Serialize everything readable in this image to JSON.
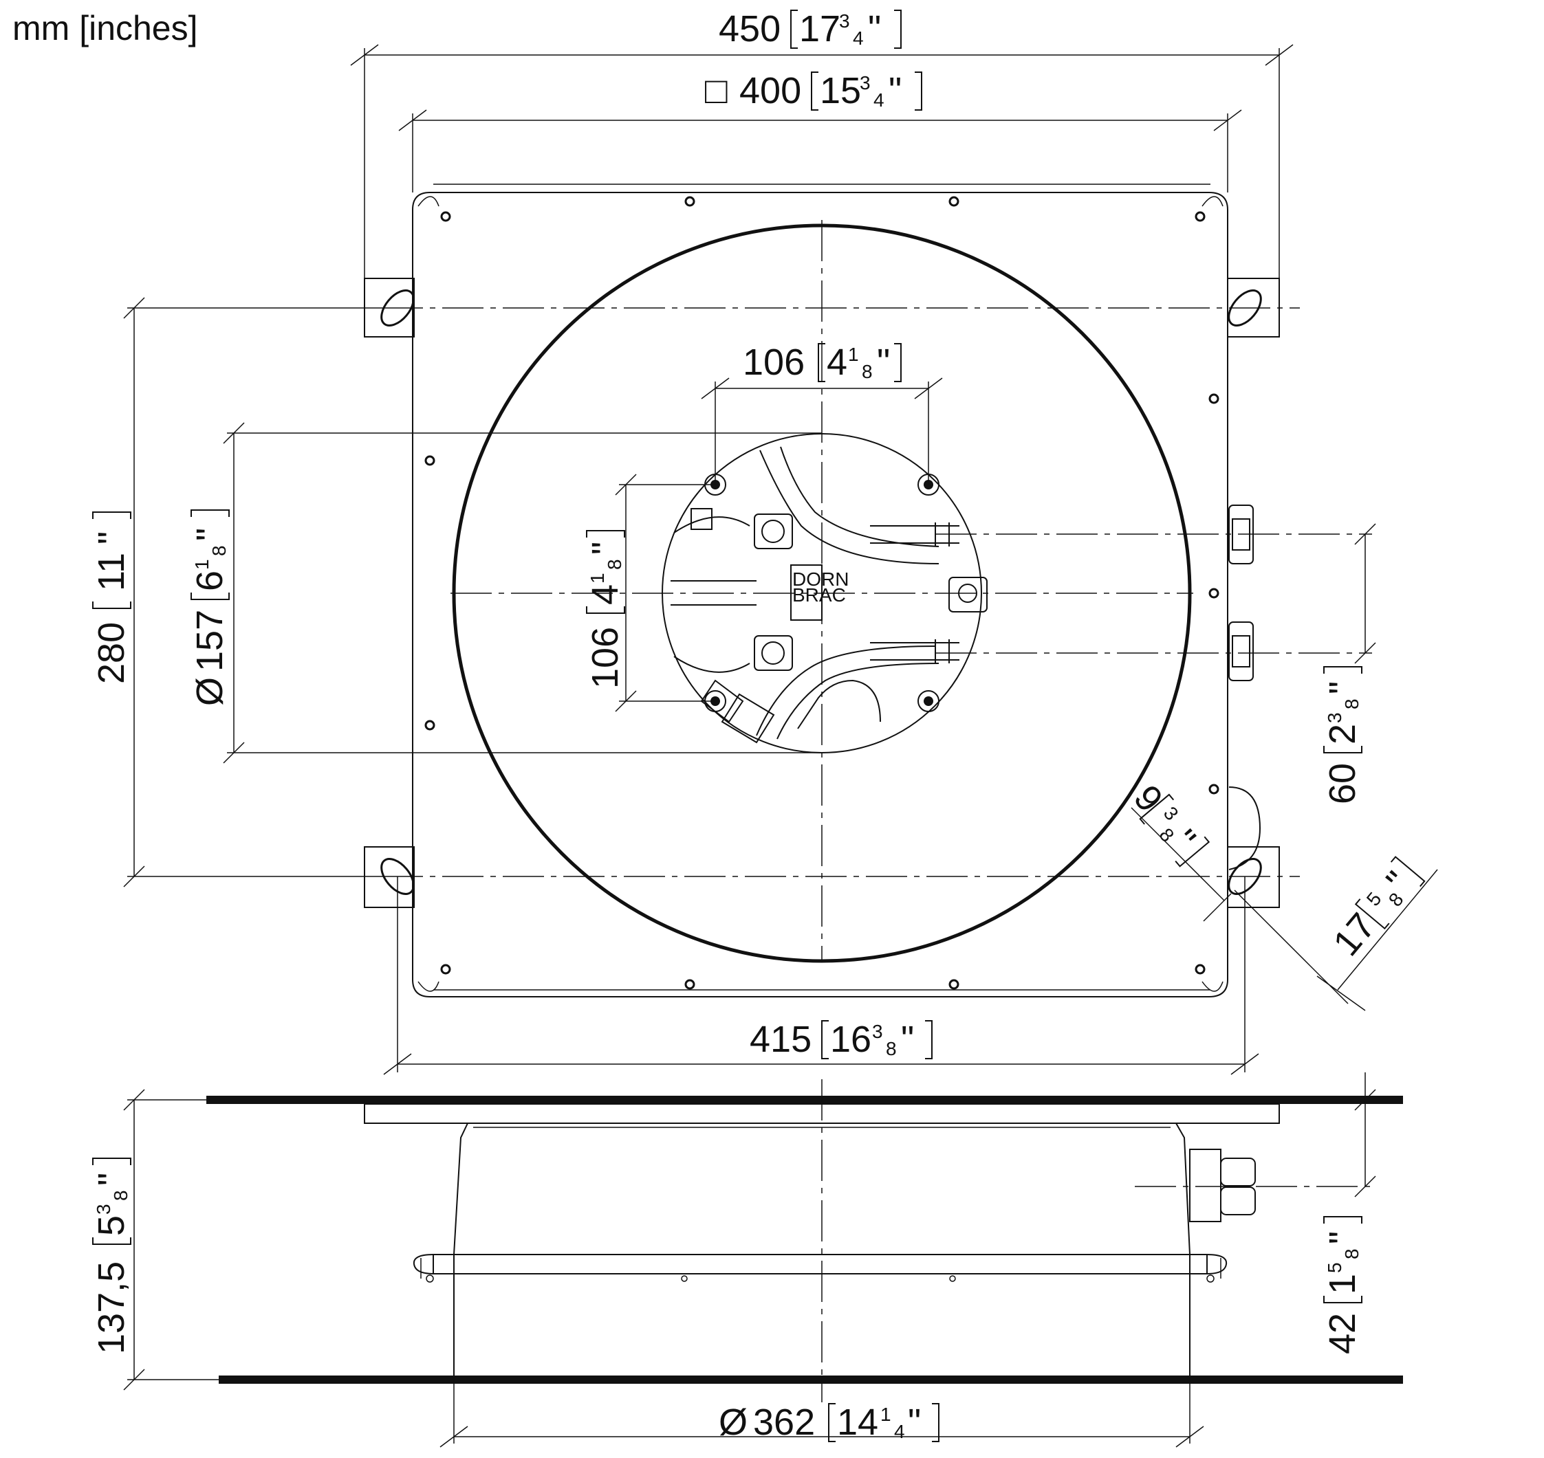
{
  "units_label": "mm [inches]",
  "dimensions": {
    "overall_width": {
      "mm": "450",
      "in_whole": "17",
      "in_num": "3",
      "in_den": "4"
    },
    "square_plate": {
      "prefix": "□",
      "mm": "400",
      "in_whole": "15",
      "in_num": "3",
      "in_den": "4"
    },
    "hole_spacing_h": {
      "mm": "106",
      "in_whole": "4",
      "in_num": "1",
      "in_den": "8"
    },
    "hole_spacing_v": {
      "mm": "106",
      "in_whole": "4",
      "in_num": "1",
      "in_den": "8"
    },
    "mount_spacing": {
      "mm": "280",
      "in_whole": "11"
    },
    "inner_diameter": {
      "prefix": "Ø",
      "mm": "157",
      "in_whole": "6",
      "in_num": "1",
      "in_den": "8"
    },
    "port_spacing": {
      "mm": "60",
      "in_whole": "2",
      "in_num": "3",
      "in_den": "8"
    },
    "slot_width": {
      "mm": "9",
      "in_num": "3",
      "in_den": "8"
    },
    "slot_length": {
      "mm": "17",
      "in_num": "5",
      "in_den": "8"
    },
    "mount_width": {
      "mm": "415",
      "in_whole": "16",
      "in_num": "3",
      "in_den": "8"
    },
    "total_height": {
      "mm": "137,5",
      "in_whole": "5",
      "in_num": "3",
      "in_den": "8"
    },
    "port_height": {
      "mm": "42",
      "in_whole": "1",
      "in_num": "5",
      "in_den": "8"
    },
    "housing_diameter": {
      "prefix": "Ø",
      "mm": "362",
      "in_whole": "14",
      "in_num": "1",
      "in_den": "4"
    }
  }
}
